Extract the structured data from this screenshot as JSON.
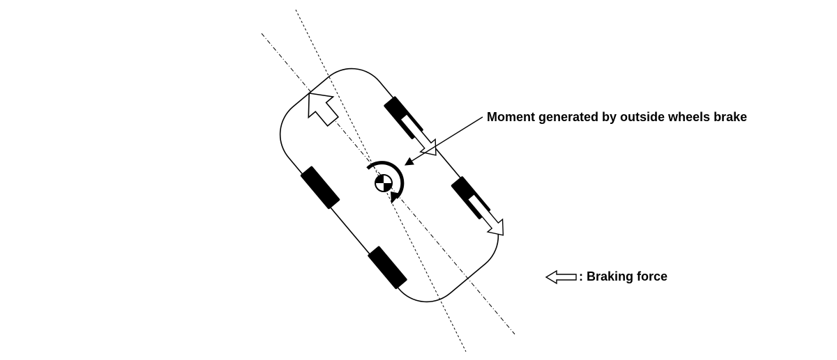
{
  "labels": {
    "moment": "Moment generated by outside wheels brake",
    "legend_braking": ": Braking force"
  },
  "icons": {
    "braking_force_arrow": "hollow-left-arrow",
    "center_of_gravity": "cg-symbol",
    "yaw_moment": "curved-arrow-clockwise"
  },
  "colors": {
    "line": "#000000",
    "background": "#ffffff"
  }
}
